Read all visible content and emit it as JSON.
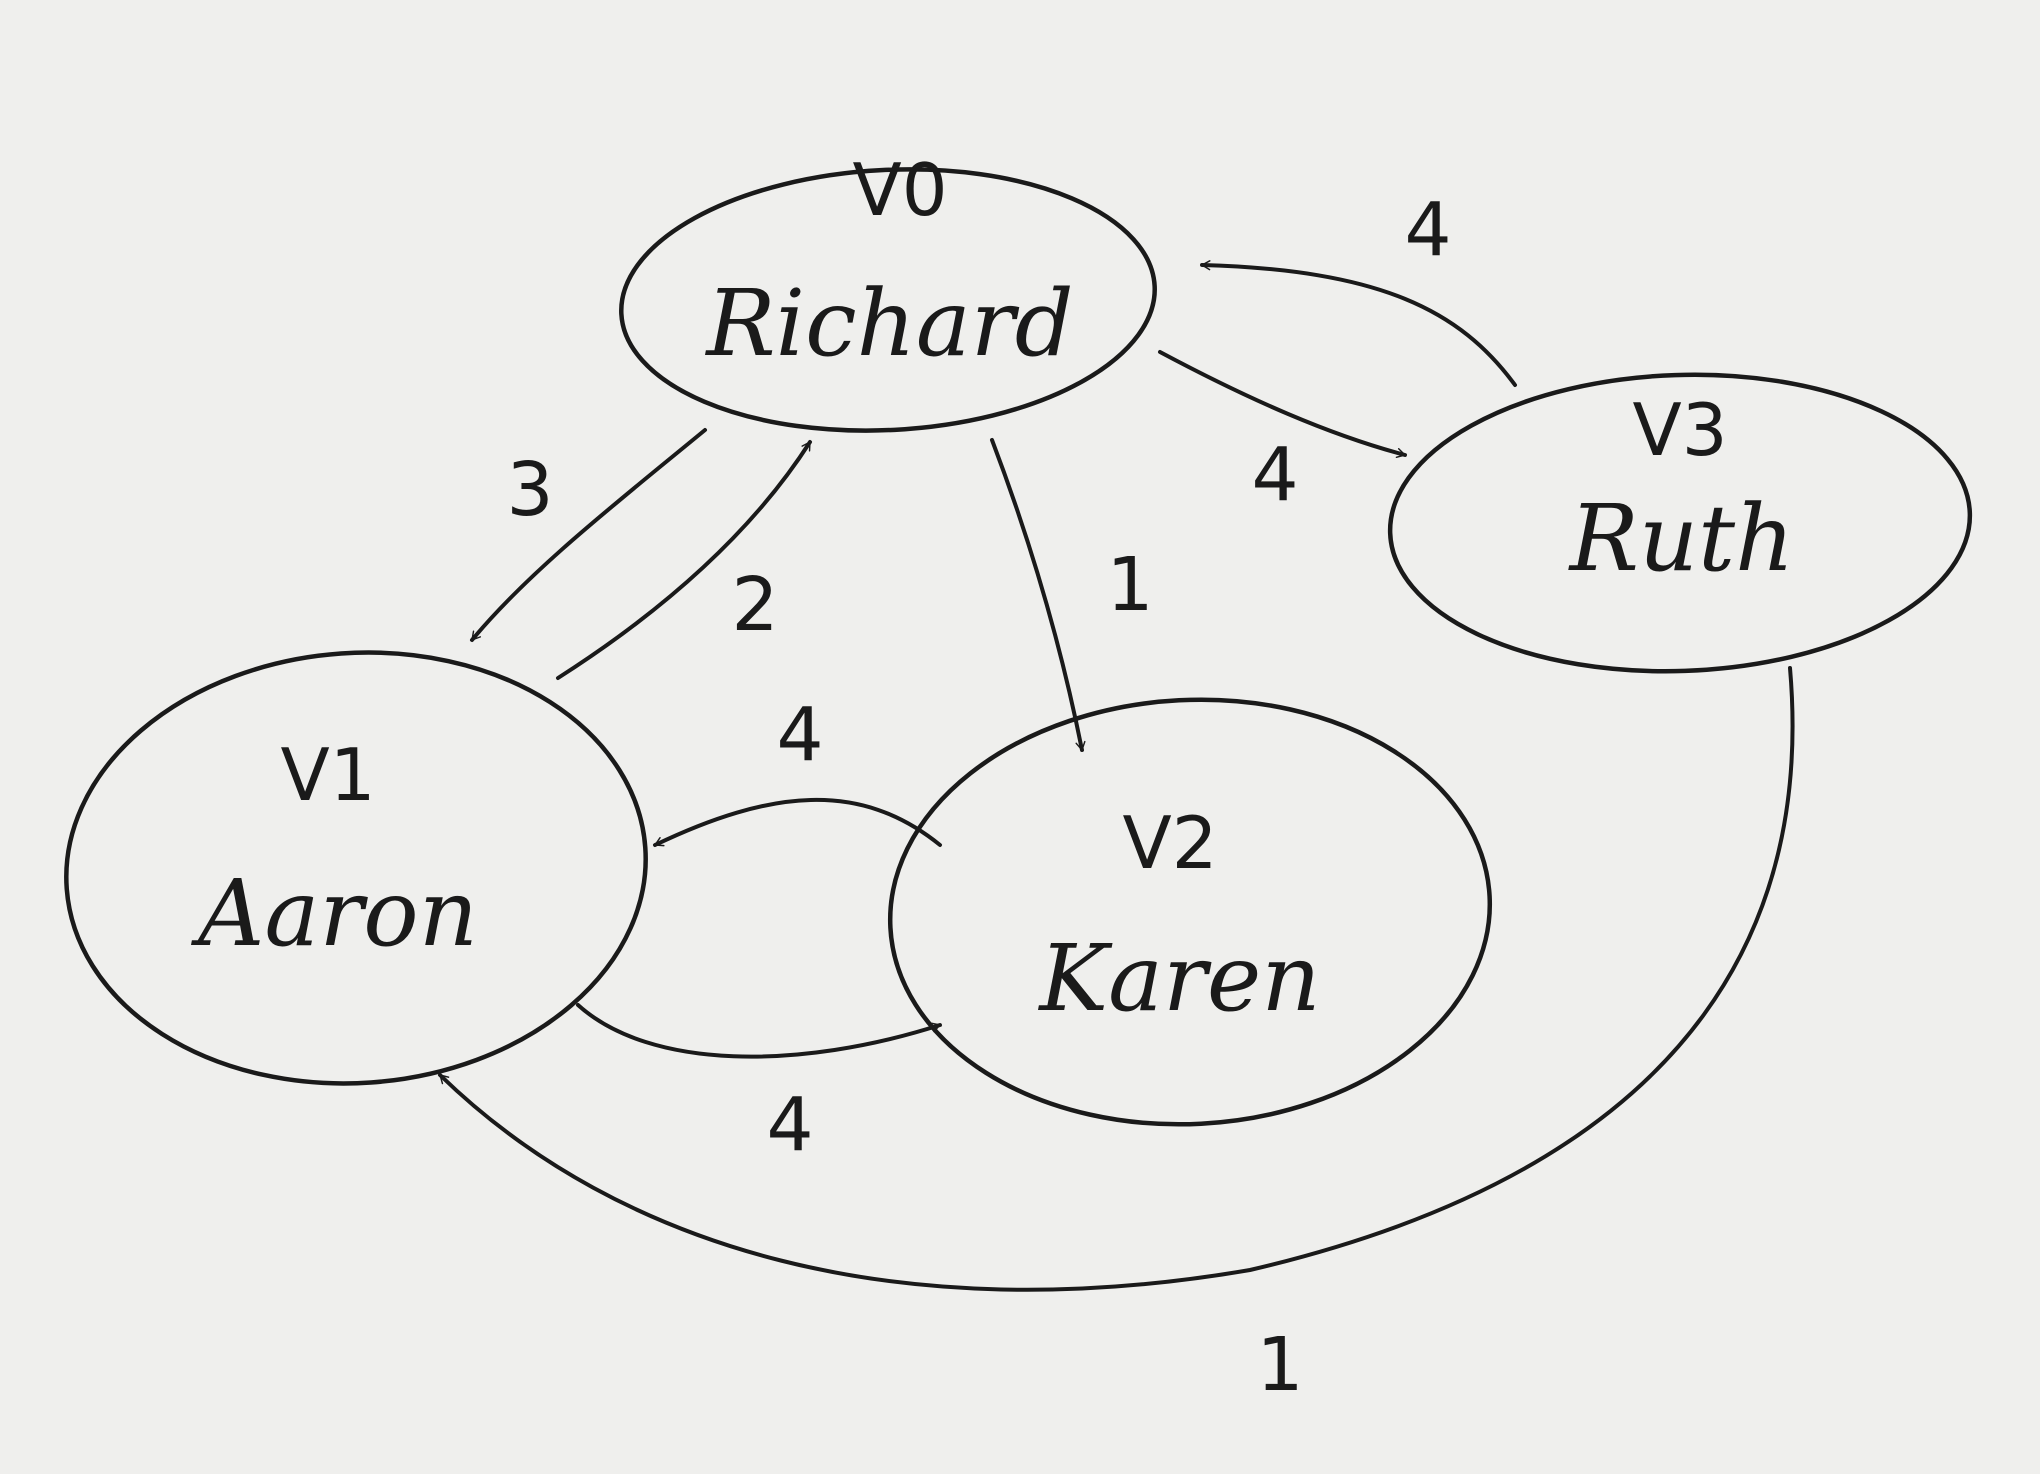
{
  "diagram": {
    "nodes": [
      {
        "key": "v0",
        "id_label": "V0",
        "name": "Richard"
      },
      {
        "key": "v1",
        "id_label": "V1",
        "name": "Aaron"
      },
      {
        "key": "v2",
        "id_label": "V2",
        "name": "Karen"
      },
      {
        "key": "v3",
        "id_label": "V3",
        "name": "Ruth"
      }
    ],
    "edges": [
      {
        "from": "V0",
        "to": "V1",
        "weight": "3"
      },
      {
        "from": "V1",
        "to": "V0",
        "weight": "2"
      },
      {
        "from": "V0",
        "to": "V2",
        "weight": "1"
      },
      {
        "from": "V0",
        "to": "V3",
        "weight": "4"
      },
      {
        "from": "V3",
        "to": "V0",
        "weight": "4"
      },
      {
        "from": "V2",
        "to": "V1",
        "weight": "4"
      },
      {
        "from": "V1",
        "to": "V2",
        "weight": "4"
      },
      {
        "from": "V3",
        "to": "V1",
        "weight": "1"
      }
    ]
  }
}
